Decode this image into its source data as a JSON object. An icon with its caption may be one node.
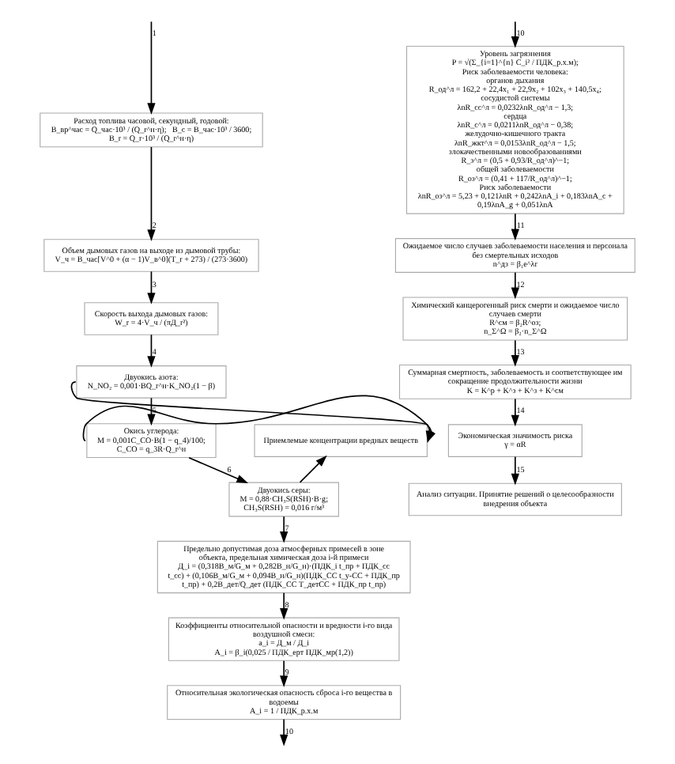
{
  "diagram": {
    "nodes": [
      {
        "text": [
          "Расход топлива часовой, секундный, годовой:",
          "B_вр^час = Q_час·10³ / (Q_r^н·η);   B_c = B_час·10³ / 3600;   B_r = Q_r·10³ / (Q_r^н·η)"
        ]
      },
      {
        "text": [
          "Объем дымовых газов на выходе из дымовой трубы:",
          "V_ч = B_час[V^0 + (α − 1)V_в^0](T_r + 273) / (273·3600)"
        ]
      },
      {
        "text": [
          "Скорость выхода дымовых газов:",
          "W_r = 4·V_ч / (πД_r²)"
        ]
      },
      {
        "text": [
          "Двуокись азота:",
          "N_NO₂ = 0,001·BQ_r^н·K_NO₂(1 − β)"
        ]
      },
      {
        "text": [
          "Окись углерода:",
          "M = 0,001C_CO·B(1 − q_4)/100;",
          "C_CO = q_3R·Q_r^н"
        ]
      },
      {
        "text": [
          "Двуокись серы:",
          "M = 0,88·CH₃S(RSH)·B·g;",
          "CH₃S(RSH) = 0,016 г/м³"
        ]
      },
      {
        "text": [
          "Приемлемые концентрации вредных веществ"
        ]
      },
      {
        "text": [
          "Предельно допустимая доза атмосферных примесей в зоне объекта, предельная химическая доза i-й примеси",
          "Д_i = (0,318B_м/G_м + 0,282B_н/G_н)·(ПДК_i t_пр + ПДК_сс t_сс) + (0,106B_м/G_м + 0,094B_н/G_н)(ПДК_СС t_у-СС + ПДК_пр t_пр) + 0,2B_дет/Q_дет (ПДК_СС T_детСС + ПДК_пр t_пр)"
        ]
      },
      {
        "text": [
          "Коэффициенты относительной опасности и вредности i-го вида воздушной смеси:",
          "a_i = Д_м / Д_i",
          "A_i = β_i(0,025 / ПДК_ерт ПДК_мр(1,2))"
        ]
      },
      {
        "text": [
          "Относительная экологическая опасность сброса i-го вещества в водоемы",
          "A_i = 1 / ПДК_р.х.м"
        ]
      },
      {
        "text": [
          "Уровень загрязнения",
          "P = √(Σ_{i=1}^{n} C_i² / ПДК_р.х.м);",
          "Риск заболеваемости человека:",
          "органов дыхания",
          "R_од^л = 162,2 + 22,4x₁ + 22,9x₂ + 102x₃ + 140,5x₄;",
          "сосудистой системы",
          "λnR_сс^л = 0,0232λnR_од^л − 1,3;",
          "сердца",
          "λnR_с^л = 0,0211λnR_од^л − 0,38;",
          "желудочно-кишечного тракта",
          "λnR_жкт^л = 0,0153λnR_од^л − 1,5;",
          "злокачественными новообразованиями",
          "R_з^л = (0,5 + 0,93/R_од^л)^−1;",
          "общей заболеваемости",
          "R_оз^л = (0,41 + 117/R_од^л)^−1;",
          "Риск заболеваемости",
          "λnR_оз^л = 5,23 + 0,121λnR + 0,242λnA_i + 0,183λnA_c + 0,19λnA_g + 0,051λnA"
        ]
      },
      {
        "text": [
          "Ожидаемое число случаев заболеваемости населения и персонала без смертельных исходов",
          "n^дз = β₁e^λr"
        ]
      },
      {
        "text": [
          "Химический канцерогенный риск смерти и ожидаемое число случаев смерти",
          "R^см = β₂R^оз;",
          "n_Σ^Ω = β₂·n_Σ^Ω"
        ]
      },
      {
        "text": [
          "Суммарная смертность, заболеваемость и соответствующее им сокращение продолжительности жизни",
          "K = K^р + K^з + K^з + K^см"
        ]
      },
      {
        "text": [
          "Экономическая значимость риска",
          "γ = αR"
        ]
      },
      {
        "text": [
          "Анализ ситуации. Принятие решений о целесообразности внедрения объекта"
        ]
      }
    ],
    "edges": [
      {
        "from": null,
        "to": 0,
        "arrow": "to",
        "label": "1"
      },
      {
        "from": 0,
        "to": 1,
        "arrow": "to",
        "label": "2"
      },
      {
        "from": 1,
        "to": 2,
        "arrow": "to",
        "label": "3"
      },
      {
        "from": 2,
        "to": 3,
        "arrow": "to",
        "label": "4"
      },
      {
        "from": 3,
        "to": 4,
        "arrow": "to",
        "label": "5"
      },
      {
        "from": 4,
        "to": 5,
        "arrow": "to",
        "label": "6"
      },
      {
        "from": 5,
        "to": 7,
        "arrow": "to",
        "label": "7"
      },
      {
        "from": 7,
        "to": 8,
        "arrow": "to",
        "label": "8"
      },
      {
        "from": 8,
        "to": 9,
        "arrow": "to",
        "label": "9"
      },
      {
        "from": 9,
        "to": null,
        "arrow": "to",
        "label": "10"
      },
      {
        "from": null,
        "to": 10,
        "arrow": "to",
        "label": "10"
      },
      {
        "from": 10,
        "to": 11,
        "arrow": "to",
        "label": "11"
      },
      {
        "from": 11,
        "to": 12,
        "arrow": "to",
        "label": "12"
      },
      {
        "from": 12,
        "to": 13,
        "arrow": "to",
        "label": "13"
      },
      {
        "from": 13,
        "to": 14,
        "arrow": "to",
        "label": "14"
      },
      {
        "from": 14,
        "to": 15,
        "arrow": "to",
        "label": "15"
      },
      {
        "from": 3,
        "to": 6,
        "arrow": "to"
      },
      {
        "from": 4,
        "to": 6,
        "arrow": "to"
      },
      {
        "from": 5,
        "to": 6,
        "arrow": "to"
      }
    ]
  }
}
